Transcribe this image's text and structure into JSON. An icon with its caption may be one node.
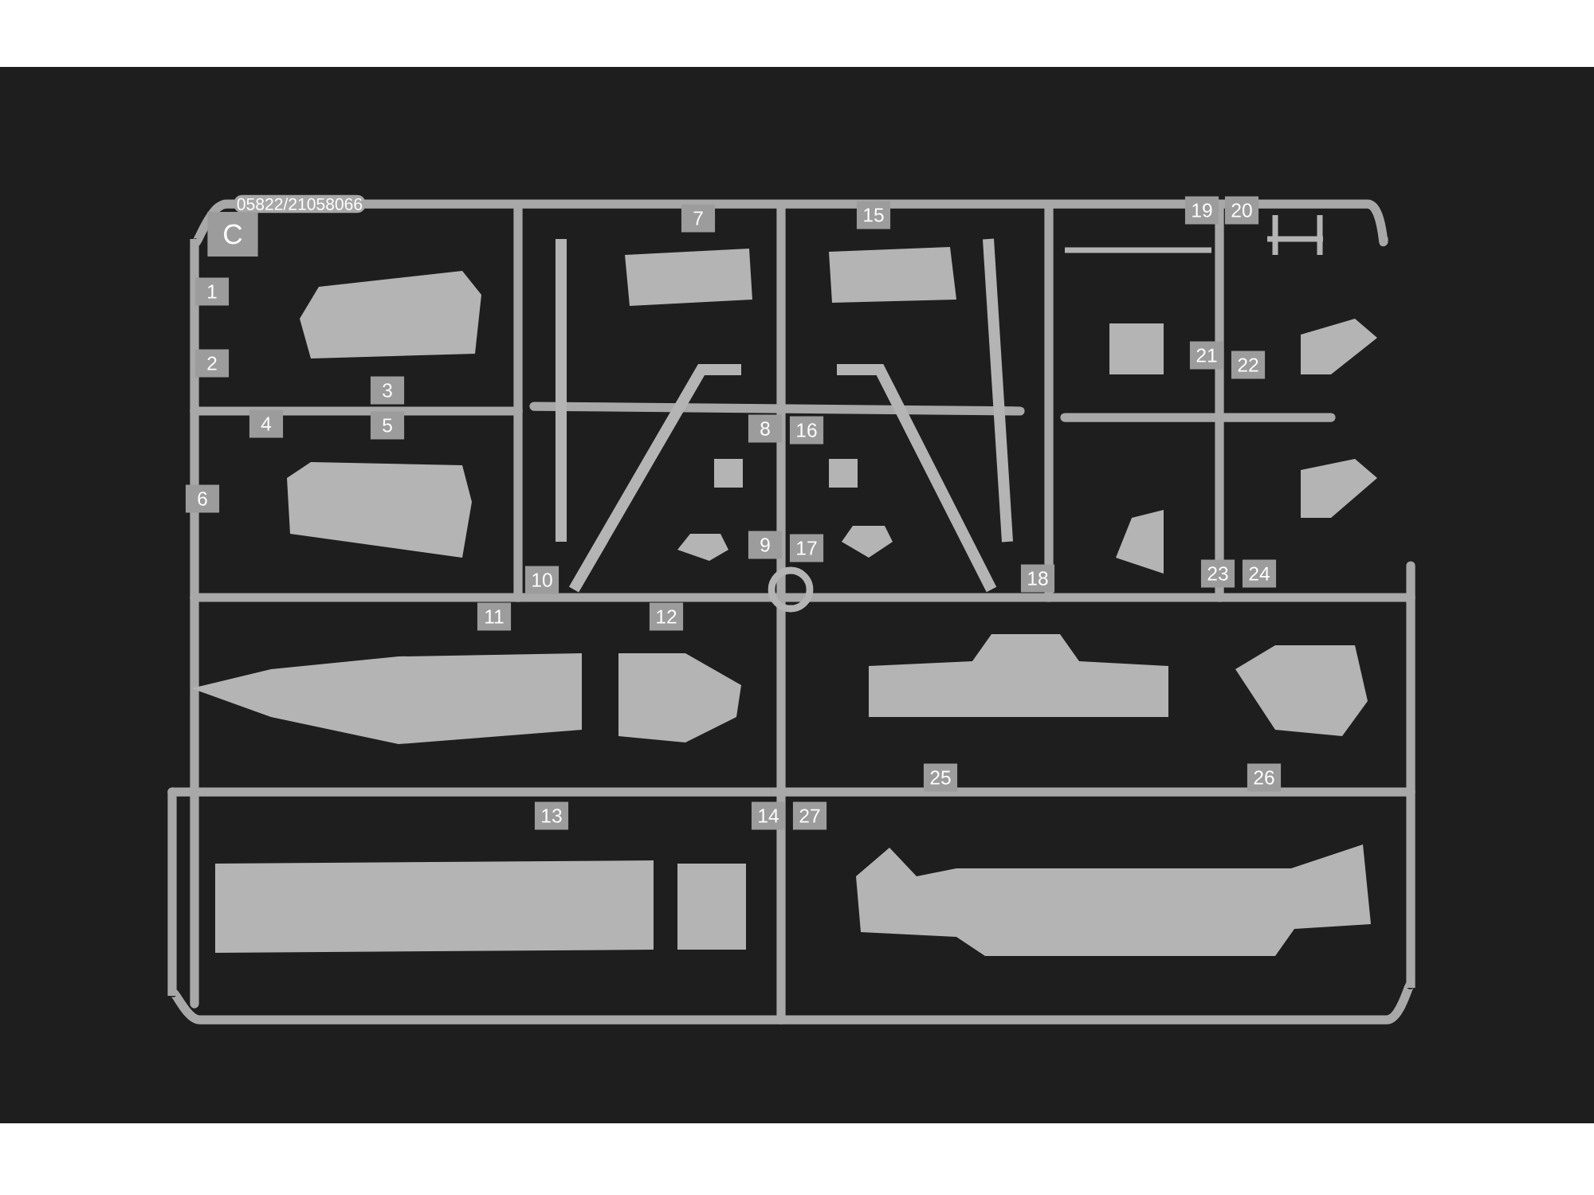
{
  "diagram": {
    "labels": [
      "05822/21058066",
      "C",
      "1",
      "7",
      "15",
      "19",
      "20",
      "2",
      "21",
      "22",
      "3",
      "4",
      "5",
      "8",
      "16",
      "6",
      "9",
      "17",
      "10",
      "18",
      "23",
      "24",
      "11",
      "12",
      "25",
      "26",
      "13",
      "14",
      "27"
    ]
  }
}
